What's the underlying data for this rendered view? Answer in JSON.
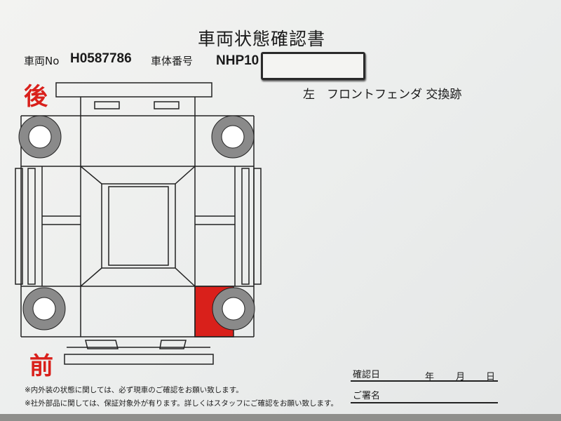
{
  "document": {
    "title": "車両状態確認書",
    "vehicle_no_label": "車両No",
    "vehicle_no": "H0587786",
    "chassis_label": "車体番号",
    "chassis_no": "NHP10",
    "remark": "左　フロントフェンダ 交換跡",
    "rear_label": "後",
    "front_label": "前",
    "confirm_date_label": "確認日",
    "year_label": "年",
    "month_label": "月",
    "day_label": "日",
    "signature_label": "ご署名",
    "notes": [
      "※内外装の状態に関しては、必ず現車のご確認をお願い致します。",
      "※社外部品に関しては、保証対象外が有ります。詳しくはスタッフにご確認をお願い致します。"
    ],
    "highlight_color": "#d9201b"
  }
}
